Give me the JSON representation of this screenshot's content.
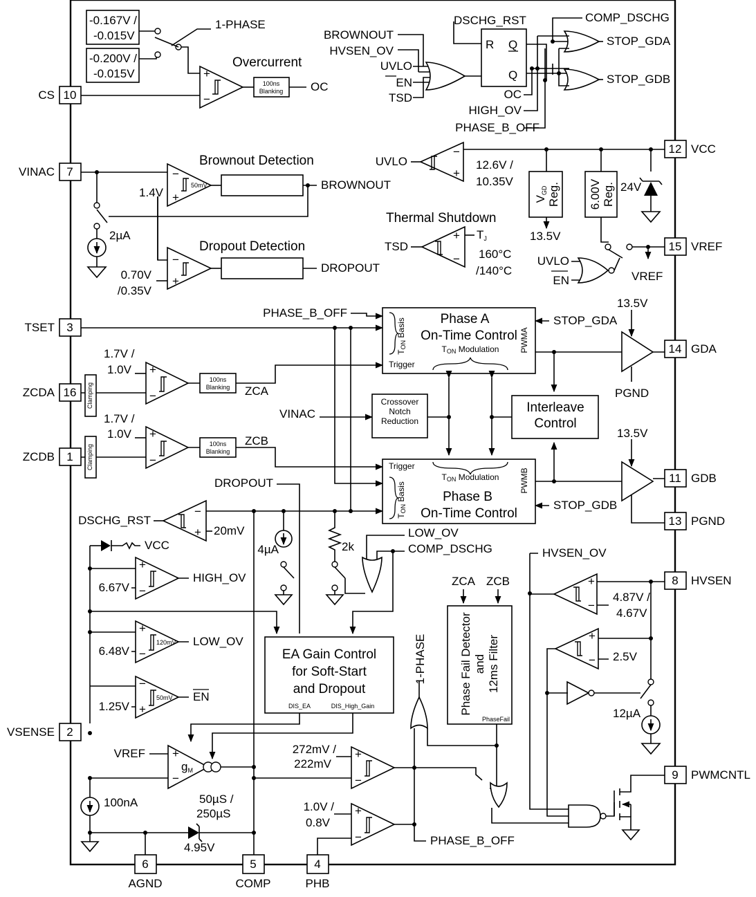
{
  "pins": {
    "cs": {
      "name": "CS",
      "num": "10"
    },
    "vinac": {
      "name": "VINAC",
      "num": "7"
    },
    "tset": {
      "name": "TSET",
      "num": "3"
    },
    "zcda": {
      "name": "ZCDA",
      "num": "16"
    },
    "zcdb": {
      "name": "ZCDB",
      "num": "1"
    },
    "vsense": {
      "name": "VSENSE",
      "num": "2"
    },
    "agnd": {
      "name": "AGND",
      "num": "6"
    },
    "comp": {
      "name": "COMP",
      "num": "5"
    },
    "phb": {
      "name": "PHB",
      "num": "4"
    },
    "vcc": {
      "name": "VCC",
      "num": "12"
    },
    "vref": {
      "name": "VREF",
      "num": "15"
    },
    "gda": {
      "name": "GDA",
      "num": "14"
    },
    "gdb": {
      "name": "GDB",
      "num": "11"
    },
    "pgnd": {
      "name": "PGND",
      "num": "13"
    },
    "hvsen": {
      "name": "HVSEN",
      "num": "8"
    },
    "pwmcntl": {
      "name": "PWMCNTL",
      "num": "9"
    }
  },
  "overcurrent": {
    "title": "Overcurrent",
    "thr_a1": "-0.167V /",
    "thr_a2": "-0.015V",
    "thr_b1": "-0.200V /",
    "thr_b2": "-0.015V",
    "one_phase": "1-PHASE",
    "blank1": "100ns",
    "blank2": "Blanking",
    "out": "OC"
  },
  "latch": {
    "dschg_rst": "DSCHG_RST",
    "comp_dschg": "COMP_DSCHG",
    "brownout": "BROWNOUT",
    "hvsen_ov": "HVSEN_OV",
    "uvlo": "UVLO",
    "en": "EN",
    "tsd": "TSD",
    "r": "R",
    "q": "Q",
    "qbar": "Q",
    "stop_gda": "STOP_GDA",
    "stop_gdb": "STOP_GDB",
    "oc": "OC",
    "high_ov": "HIGH_OV",
    "phase_b_off": "PHASE_B_OFF"
  },
  "brownout": {
    "title": "Brownout Detection",
    "thr": "1.4V",
    "hyst": "50mV",
    "out": "BROWNOUT",
    "current": "2µA"
  },
  "dropout": {
    "title": "Dropout Detection",
    "thr1": "0.70V",
    "thr2": "/0.35V",
    "out": "DROPOUT"
  },
  "uvlo": {
    "label": "UVLO",
    "thr1": "12.6V /",
    "thr2": "10.35V",
    "vgd1": "V",
    "vgd_sub": "GD",
    "vgd2": "Reg.",
    "vgd_out": "13.5V",
    "reg6_1": "6.00V",
    "reg6_2": "Reg.",
    "zener": "24V",
    "uvlo2": "UVLO",
    "en2": "EN",
    "vref_label": "VREF"
  },
  "thermal": {
    "title": "Thermal Shutdown",
    "out": "TSD",
    "tj": "T",
    "tj_sub": "J",
    "t1": "160°C",
    "t2": "/140°C"
  },
  "phase_a": {
    "title1": "Phase A",
    "title2": "On-Time Control",
    "ton_basis": "Basis",
    "ton_t": "T",
    "ton_sub": "ON",
    "mod": "Modulation",
    "pwm": "PWMA",
    "trigger": "Trigger",
    "phase_b_off": "PHASE_B_OFF",
    "stop": "STOP_GDA",
    "drv": "13.5V",
    "pgnd": "PGND"
  },
  "phase_b": {
    "title1": "Phase B",
    "title2": "On-Time Control",
    "ton_basis": "Basis",
    "ton_t": "T",
    "ton_sub": "ON",
    "mod": "Modulation",
    "pwm": "PWMB",
    "trigger": "Trigger",
    "stop": "STOP_GDB",
    "drv": "13.5V",
    "dropout": "DROPOUT"
  },
  "zcd": {
    "a_thr1": "1.7V /",
    "a_thr2": "1.0V",
    "b_thr1": "1.7V /",
    "b_thr2": "1.0V",
    "clamp": "Clamping",
    "blank1": "100ns",
    "blank2": "Blanking",
    "zca": "ZCA",
    "zcb": "ZCB"
  },
  "crossover": {
    "l1": "Crossover",
    "l2": "Notch",
    "l3": "Reduction",
    "vinac": "VINAC"
  },
  "interleave": {
    "l1": "Interleave",
    "l2": "Control"
  },
  "discharge": {
    "out": "DSCHG_RST",
    "thr": "20mV",
    "current": "4µA",
    "res": "2k",
    "low_ov": "LOW_OV",
    "comp_dschg": "COMP_DSCHG"
  },
  "ov": {
    "vcc": "VCC",
    "high_thr": "6.67V",
    "high_out": "HIGH_OV",
    "low_thr": "6.48V",
    "low_hyst": "120mV",
    "low_out": "LOW_OV",
    "en_thr": "1.25V",
    "en_hyst": "50mV",
    "en_out": "EN"
  },
  "ea": {
    "l1": "EA Gain Control",
    "l2": "for Soft-Start",
    "l3": "and Dropout",
    "dis_ea": "DIS_EA",
    "dis_hg": "DIS_High_Gain",
    "vref": "VREF",
    "gm": "g",
    "gm_sub": "M",
    "current": "100nA",
    "clamp1": "50µS /",
    "clamp2": "250µS",
    "zener": "4.95V"
  },
  "phase_fail": {
    "zca": "ZCA",
    "zcb": "ZCB",
    "l1": "Phase Fail Detector",
    "l2": "and",
    "l3": "12ms Filter",
    "flag": "PhaseFail",
    "one_phase": "1-PHASE"
  },
  "pwmcntl": {
    "thr1": "272mV /",
    "thr2": "222mV",
    "phb1": "1.0V /",
    "phb2": "0.8V",
    "phase_b_off": "PHASE_B_OFF"
  },
  "hvsen": {
    "ov": "HVSEN_OV",
    "thr1": "4.87V /",
    "thr2": "4.67V",
    "thr3": "2.5V",
    "current": "12µA"
  }
}
